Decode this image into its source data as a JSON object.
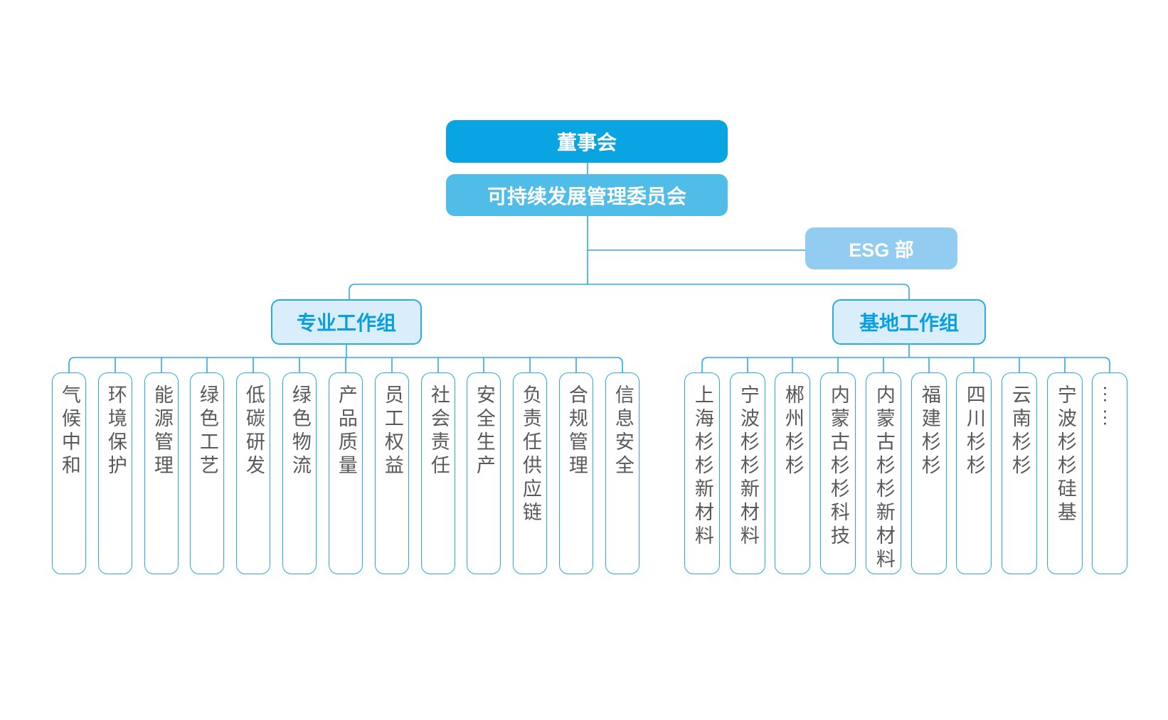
{
  "diagram": {
    "nodes": {
      "board": "董事会",
      "committee": "可持续发展管理委员会",
      "esg": "ESG 部",
      "group_left": "专业工作组",
      "group_right": "基地工作组"
    },
    "group_left_children": [
      "气候中和",
      "环境保护",
      "能源管理",
      "绿色工艺",
      "低碳研发",
      "绿色物流",
      "产品质量",
      "员工权益",
      "社会责任",
      "安全生产",
      "负责任供应链",
      "合规管理",
      "信息安全"
    ],
    "group_right_children": [
      "上海杉杉新材料",
      "宁波杉杉新材料",
      "郴州杉杉",
      "内蒙古杉杉科技",
      "内蒙古杉杉新材料",
      "福建杉杉",
      "四川杉杉",
      "云南杉杉",
      "宁波杉杉硅基",
      "……"
    ],
    "colors": {
      "board_bg": "#09a4e2",
      "committee_bg": "#50bce8",
      "esg_bg": "#92ccf0",
      "group_bg": "#d9edfa",
      "accent": "#2aabe2",
      "node_text": "#ffffff",
      "group_text": "#0a9fdf",
      "child_text": "#58595b"
    }
  }
}
